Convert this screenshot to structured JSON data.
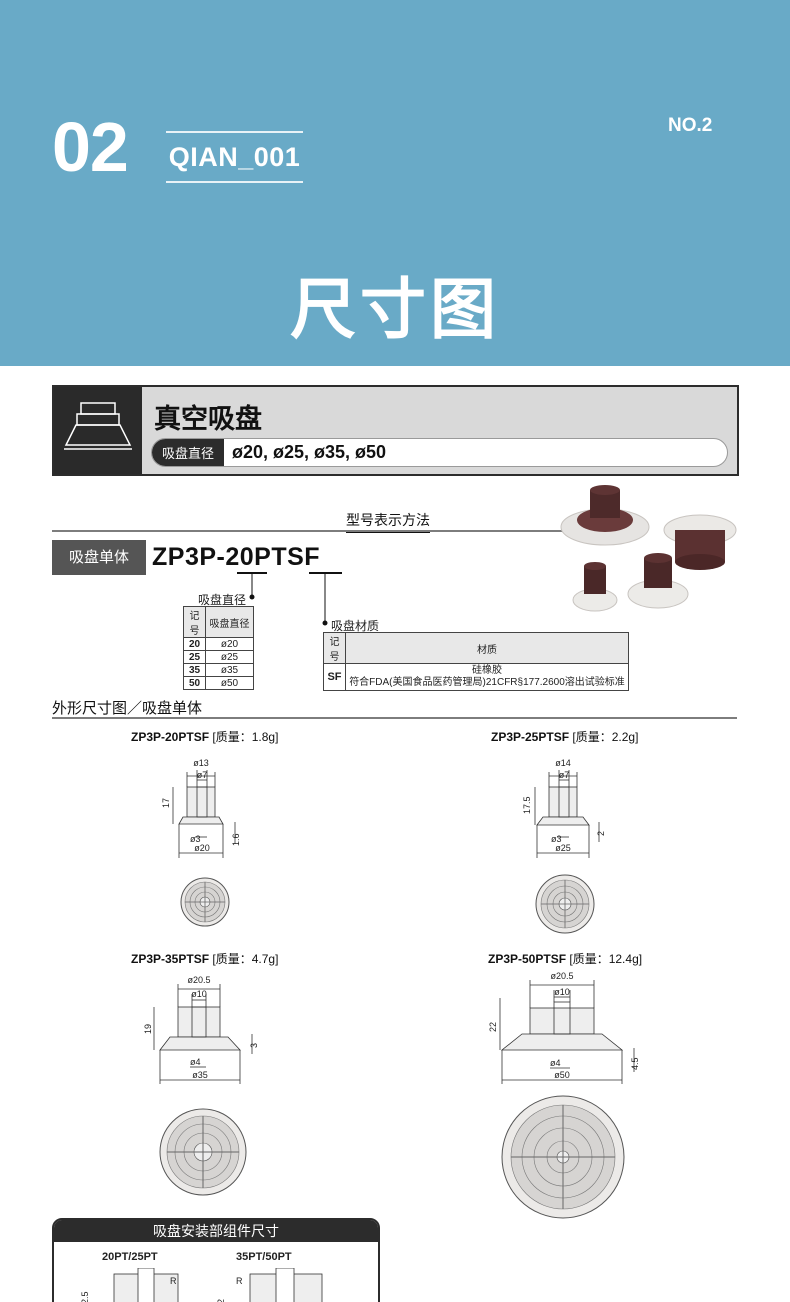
{
  "banner": {
    "section_number": "02",
    "code": "QIAN_001",
    "page_no": "NO.2",
    "title": "尺寸图"
  },
  "header": {
    "title": "真空吸盘",
    "pill_label": "吸盘直径",
    "pill_value": "ø20, ø25, ø35, ø50"
  },
  "model": {
    "section_title": "型号表示方法",
    "unit_label": "吸盘单体",
    "code": "ZP3P-20PTSF",
    "diameter_label": "吸盘直径",
    "diameter_headers": [
      "记号",
      "吸盘直径"
    ],
    "diameter_rows": [
      {
        "k": "20",
        "v": "ø20"
      },
      {
        "k": "25",
        "v": "ø25"
      },
      {
        "k": "35",
        "v": "ø35"
      },
      {
        "k": "50",
        "v": "ø50"
      }
    ],
    "material_label": "吸盘材质",
    "material_headers": [
      "记号",
      "材质"
    ],
    "material_row": {
      "k": "SF",
      "v1": "硅橡胶",
      "v2": "符合FDA(美国食品医药管理局)21CFR§177.2600溶出试验标准"
    }
  },
  "drawings": {
    "section_title": "外形尺寸图／吸盘单体",
    "items": [
      {
        "model": "ZP3P-20PTSF",
        "mass": "[质量：1.8g]",
        "top_d": "ø13",
        "inner_d": "ø7",
        "height": "17",
        "hole": "ø3",
        "pad_d": "ø20",
        "lip": "1.6"
      },
      {
        "model": "ZP3P-25PTSF",
        "mass": "[质量：2.2g]",
        "top_d": "ø14",
        "inner_d": "ø7",
        "height": "17.5",
        "hole": "ø3",
        "pad_d": "ø25",
        "lip": "2"
      },
      {
        "model": "ZP3P-35PTSF",
        "mass": "[质量：4.7g]",
        "top_d": "ø20.5",
        "inner_d": "ø10",
        "height": "19",
        "hole": "ø4",
        "pad_d": "ø35",
        "lip": "3"
      },
      {
        "model": "ZP3P-50PTSF",
        "mass": "[质量：12.4g]",
        "top_d": "ø20.5",
        "inner_d": "ø10",
        "height": "22",
        "hole": "ø4",
        "pad_d": "ø50",
        "lip": "4.5"
      }
    ]
  },
  "mount": {
    "title": "吸盘安装部组件尺寸",
    "left_label": "20PT/25PT",
    "right_label": "35PT/50PT",
    "left_dim": "2.5",
    "right_dim": "2",
    "radius_mark": "R"
  },
  "colors": {
    "banner": "#69aac7",
    "dark": "#2c2c2c",
    "grey": "#d9d9d9"
  }
}
